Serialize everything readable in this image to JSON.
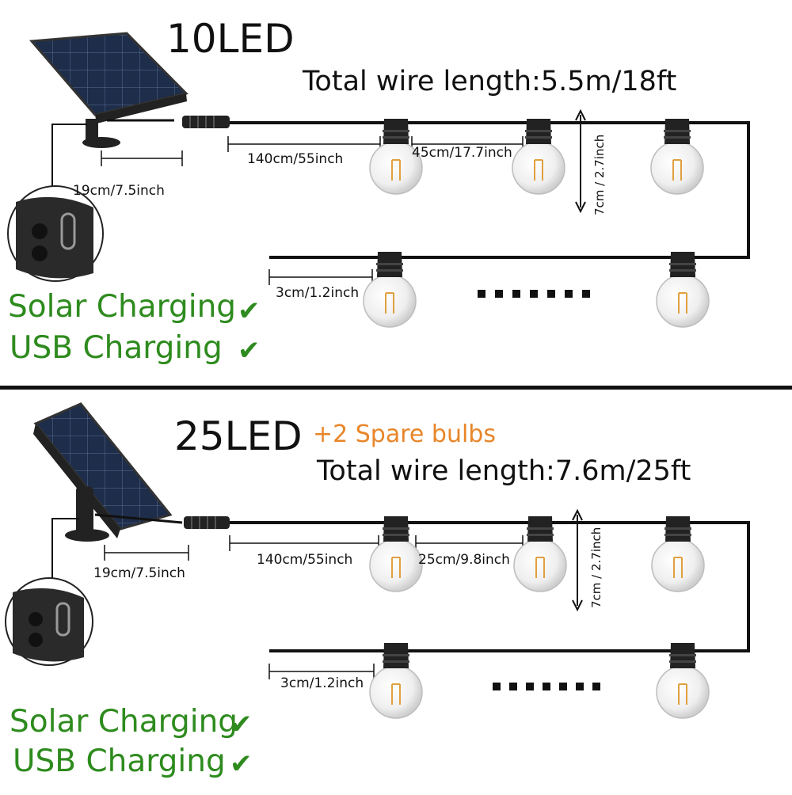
{
  "colors": {
    "text": "#111111",
    "feature_green": "#2e8b1e",
    "spare_orange": "#e8862a",
    "wire": "#111111",
    "bulb_glass": "#eeeeee",
    "filament": "#e0a040",
    "solar_cell": "#1d2d4a"
  },
  "panels": [
    {
      "title": "10LED",
      "spare": "",
      "total_wire": "Total wire length:5.5m/18ft",
      "dim_panel_stand": "19cm/7.5inch",
      "dim_lead": "140cm/55inch",
      "dim_spacing": "45cm/17.7inch",
      "dim_drop": "7cm / 2.7inch",
      "dim_socket": "3cm/1.2inch",
      "ellipsis": "........",
      "features": [
        {
          "label": "Solar Charging",
          "check": "✔"
        },
        {
          "label": "USB  Charging",
          "check": "✔"
        }
      ],
      "icons": [
        "solar-panel-icon",
        "usb-port-icon",
        "bulb-icon",
        "connector-icon"
      ]
    },
    {
      "title": "25LED",
      "spare": "+2 Spare bulbs",
      "total_wire": "Total wire length:7.6m/25ft",
      "dim_panel_stand": "19cm/7.5inch",
      "dim_lead": "140cm/55inch",
      "dim_spacing": "25cm/9.8inch",
      "dim_drop": "7cm / 2.7inch",
      "dim_socket": "3cm/1.2inch",
      "ellipsis": "........",
      "features": [
        {
          "label": "Solar Charging",
          "check": "✔"
        },
        {
          "label": "USB  Charging",
          "check": "✔"
        }
      ],
      "icons": [
        "solar-panel-icon",
        "usb-port-icon",
        "bulb-icon",
        "connector-icon"
      ]
    }
  ]
}
